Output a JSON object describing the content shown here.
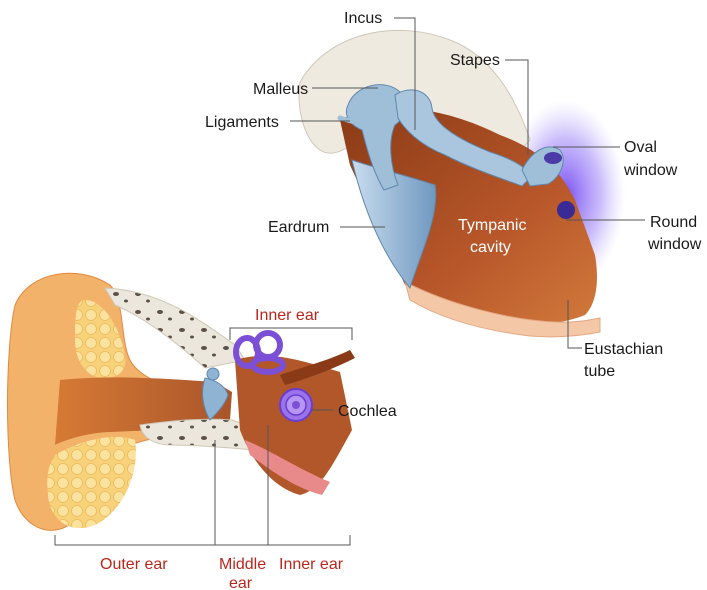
{
  "labels": {
    "incus": "Incus",
    "malleus": "Malleus",
    "ligaments": "Ligaments",
    "stapes": "Stapes",
    "oval_window_1": "Oval",
    "oval_window_2": "window",
    "eardrum": "Eardrum",
    "tympanic_1": "Tympanic",
    "tympanic_2": "cavity",
    "round_window_1": "Round",
    "round_window_2": "window",
    "eustachian_1": "Eustachian",
    "eustachian_2": "tube",
    "inner_ear_top": "Inner ear",
    "cochlea": "Cochlea",
    "outer_ear": "Outer ear",
    "middle_ear_1": "Middle",
    "middle_ear_2": "ear",
    "inner_ear_bottom": "Inner ear"
  },
  "colors": {
    "skin": "#f3b26a",
    "skin_dark": "#e0893f",
    "canal": "#c9672e",
    "bone": "#ece7dc",
    "eardrum": "#8fb3d2",
    "ossicle": "#9fbfd8",
    "cavity": "#a84d22",
    "labyrinth": "#7b4fd6",
    "glow": "#7c5cf0",
    "accent_red": "#b8261c"
  }
}
